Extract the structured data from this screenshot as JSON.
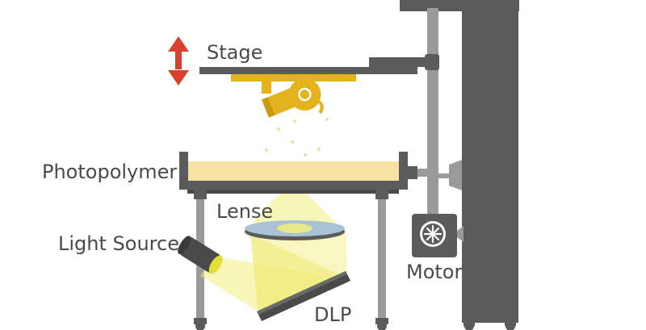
{
  "labels": {
    "stage": "Stage",
    "photopolymer": "Photopolymer",
    "lense": "Lense",
    "light_source": "Light Source",
    "motor": "Motor",
    "dlp": "DLP"
  },
  "colors": {
    "frame": "#5b5b5b",
    "frame_dark": "#4a4a4a",
    "rod": "#9a9a9a",
    "resin": "#f6e3a4",
    "printed_part": "#e3b21c",
    "light_beam": "#f1ef7a",
    "lens": "#a9c2d6",
    "arrow": "#d9412f",
    "label_text": "#4a4a4a"
  },
  "icons": {
    "stage_motion": "up-down-arrow-icon",
    "motor": "fan-icon"
  }
}
